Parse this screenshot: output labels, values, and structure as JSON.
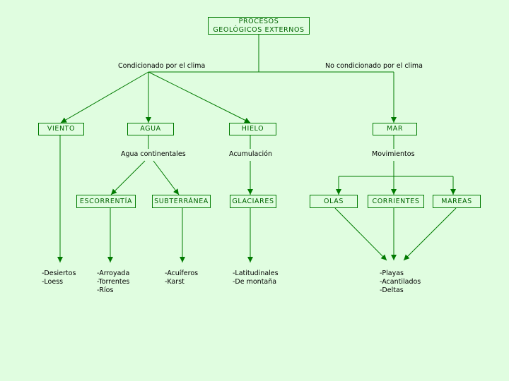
{
  "root": {
    "line1": "PROCESOS",
    "line2": "GEOLÓGICOS EXTERNOS"
  },
  "branches": {
    "left": "Condicionado por el clima",
    "right": "No condicionado por el clima"
  },
  "nodes": {
    "viento": "VIENTO",
    "agua": "AGUA",
    "hielo": "HIELO",
    "mar": "MAR",
    "escorrentia": "ESCORRENTÍA",
    "subterranea": "SUBTERRÁNEA",
    "glaciares": "GLACIARES",
    "olas": "OLAS",
    "corrientes": "CORRIENTES",
    "mareas": "MAREAS"
  },
  "connectors": {
    "agua": "Agua continentales",
    "hielo": "Acumulación",
    "mar": "Movimientos"
  },
  "results": {
    "viento": [
      "-Desiertos",
      "-Loess"
    ],
    "escorrentia": [
      "-Arroyada",
      "-Torrentes",
      "-Ríos"
    ],
    "subterranea": [
      "-Acuíferos",
      "-Karst"
    ],
    "glaciares": [
      "-Latitudinales",
      "-De montaña"
    ],
    "mar": [
      "-Playas",
      "-Acantilados",
      "-Deltas"
    ]
  },
  "colors": {
    "background": "#e0fde0",
    "line": "#007a00",
    "box_text": "#006400"
  }
}
